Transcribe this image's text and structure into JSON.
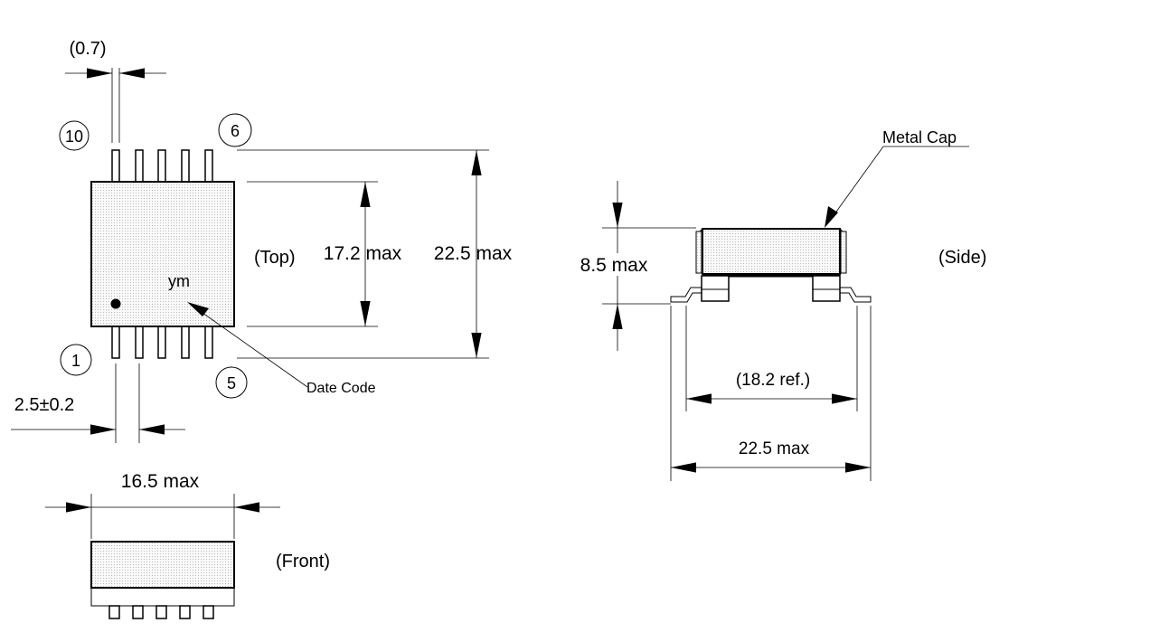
{
  "top_view": {
    "view_label": "(Top)",
    "pin_pitch_label": "(0.7)",
    "pin_width_label": "2.5±0.2",
    "body_dim_label": "17.2 max",
    "overall_dim_label": "22.5 max",
    "marking": "ym",
    "date_code_label": "Date Code",
    "pin_numbers": {
      "pin_1": "1",
      "pin_5": "5",
      "pin_6": "6",
      "pin_10": "10"
    }
  },
  "front_view": {
    "view_label": "(Front)",
    "width_label": "16.5 max"
  },
  "side_view": {
    "view_label": "(Side)",
    "metal_cap_label": "Metal Cap",
    "height_label": "8.5 max",
    "ref_width_label": "(18.2 ref.)",
    "overall_width_label": "22.5 max"
  }
}
